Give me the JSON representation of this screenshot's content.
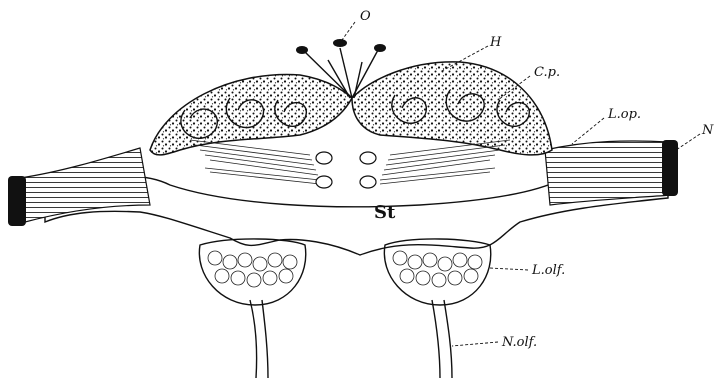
{
  "figure": {
    "labels": {
      "o": "O",
      "h": "H",
      "cp": "C.p.",
      "lop": "L.op.",
      "n": "N",
      "st": "St",
      "lolf": "L.olf.",
      "nolf": "N.olf."
    },
    "colors": {
      "ink": "#111111",
      "paper": "#ffffff"
    }
  }
}
